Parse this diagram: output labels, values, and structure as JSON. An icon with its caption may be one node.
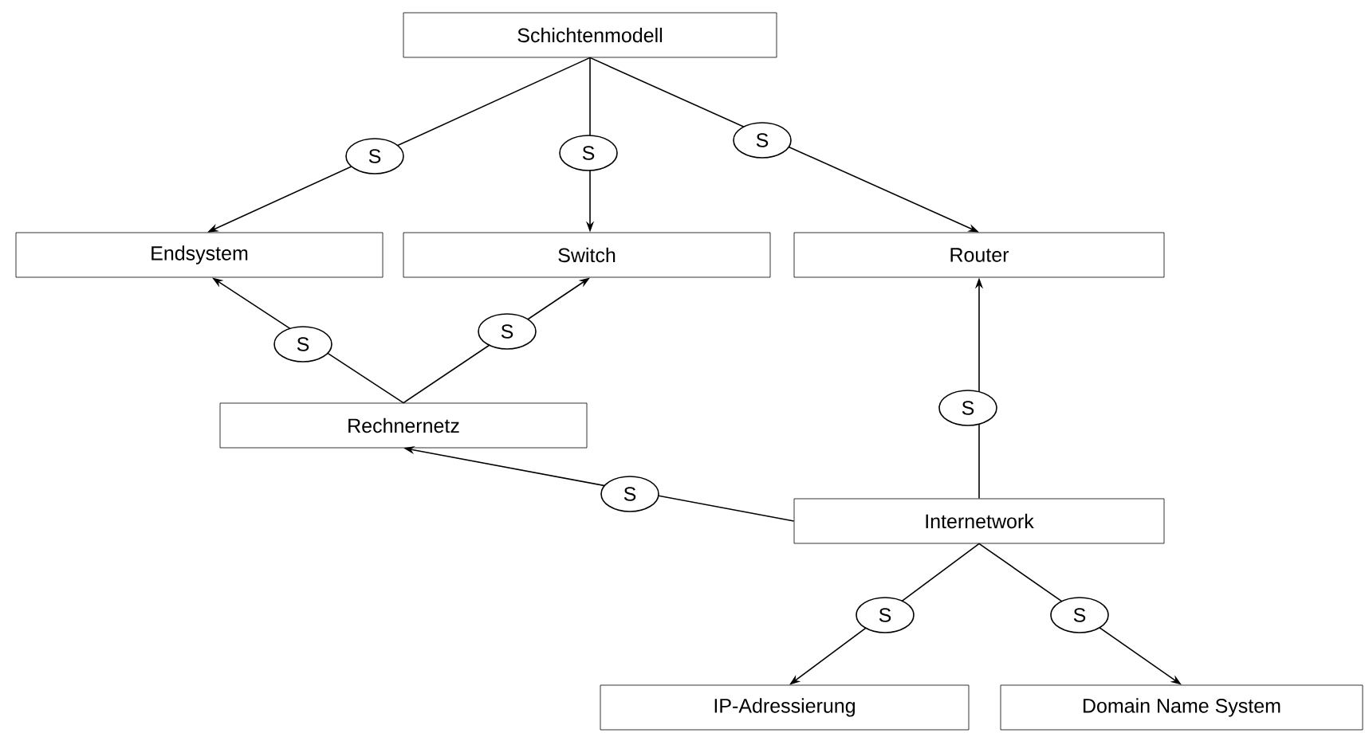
{
  "diagram": {
    "nodes": [
      {
        "text": [
          "Schichtenmodell"
        ]
      },
      {
        "text": [
          "Endsystem"
        ]
      },
      {
        "text": [
          "Switch"
        ]
      },
      {
        "text": [
          "Router"
        ]
      },
      {
        "text": [
          "Rechnernetz"
        ]
      },
      {
        "text": [
          "Internetwork"
        ]
      },
      {
        "text": [
          "IP-Adressierung"
        ]
      },
      {
        "text": [
          "Domain Name System"
        ]
      }
    ],
    "edges": [
      {
        "from": 0,
        "to": 1,
        "arrow": "to",
        "label": "S"
      },
      {
        "from": 0,
        "to": 2,
        "arrow": "to",
        "label": "S"
      },
      {
        "from": 0,
        "to": 3,
        "arrow": "to",
        "label": "S"
      },
      {
        "from": 4,
        "to": 1,
        "arrow": "to",
        "label": "S"
      },
      {
        "from": 4,
        "to": 2,
        "arrow": "to",
        "label": "S"
      },
      {
        "from": 5,
        "to": 4,
        "arrow": "to",
        "label": "S"
      },
      {
        "from": 5,
        "to": 3,
        "arrow": "to",
        "label": "S"
      },
      {
        "from": 5,
        "to": 6,
        "arrow": "to",
        "label": "S"
      },
      {
        "from": 5,
        "to": 7,
        "arrow": "to",
        "label": "S"
      }
    ]
  }
}
